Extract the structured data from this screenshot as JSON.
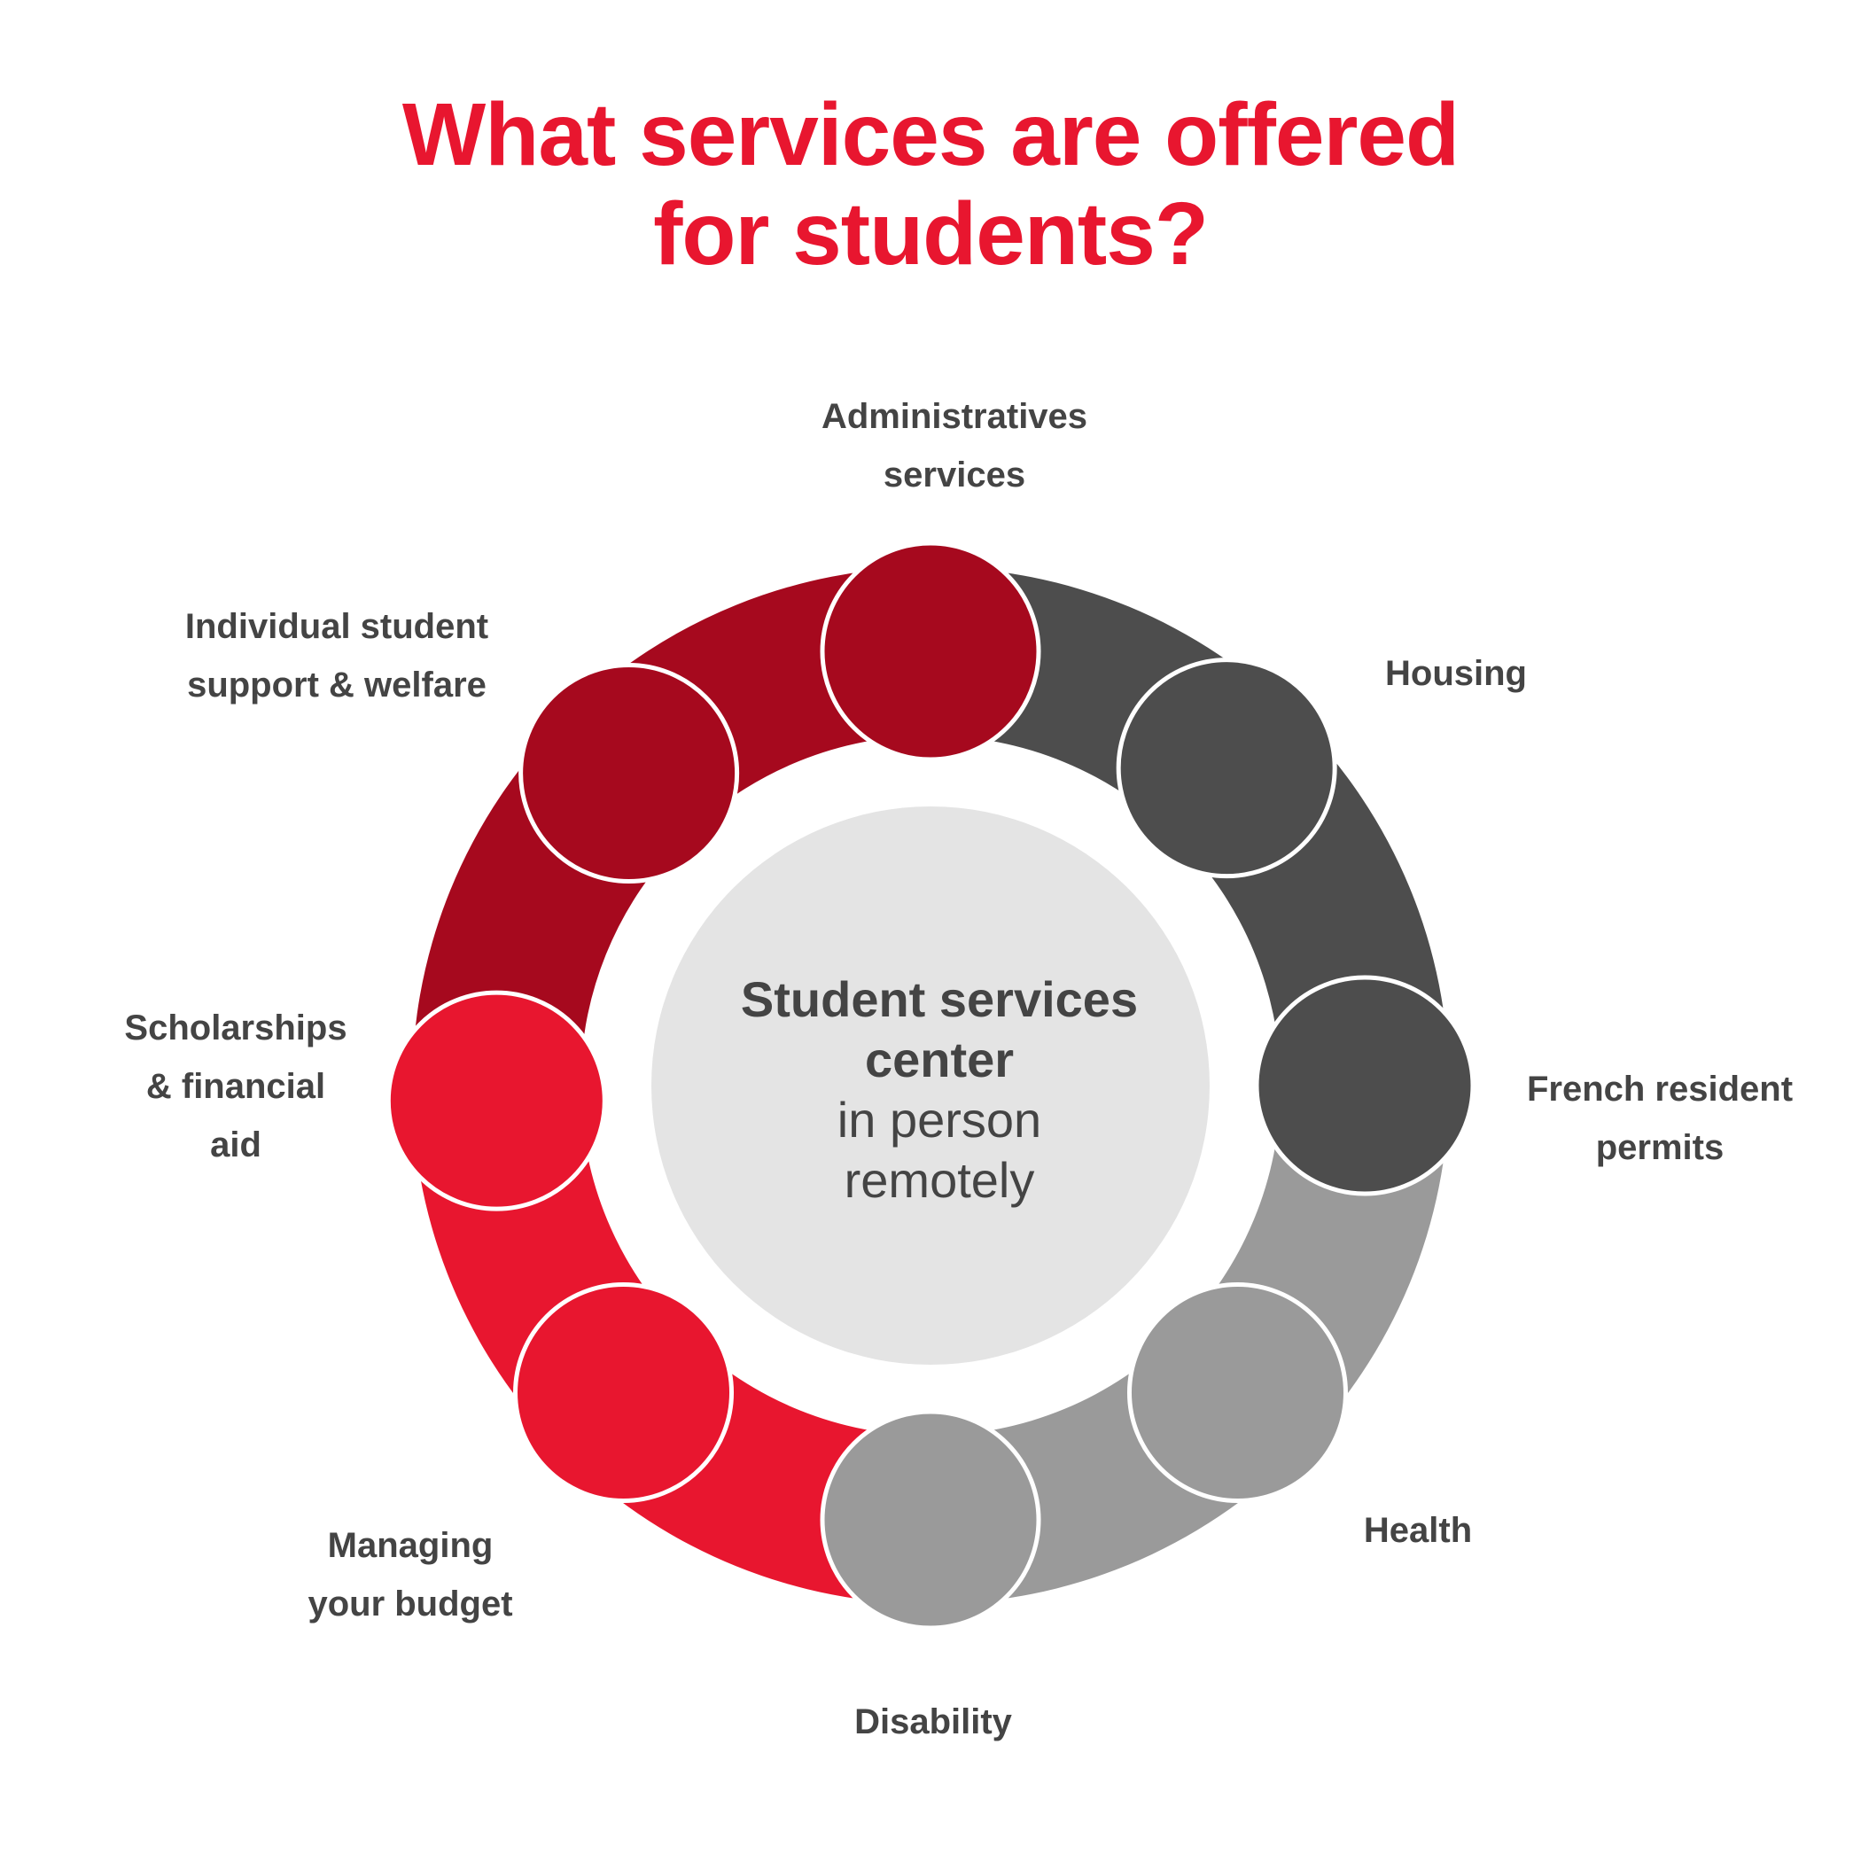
{
  "title": {
    "line1": "What services are offered",
    "line2": "for students?"
  },
  "center": {
    "title_line1": "Student services",
    "title_line2": "center",
    "mode1": "in person",
    "mode2": "remotely"
  },
  "colors": {
    "title_red": "#E8162F",
    "dark_red": "#A6091E",
    "bright_red": "#E8162F",
    "dark_gray": "#4D4D4D",
    "light_gray": "#9A9A9A",
    "center_fill": "#E4E4E4",
    "text": "#444444"
  },
  "services": [
    {
      "id": "administrative",
      "lines": [
        "Administratives",
        "services"
      ],
      "color": "#A6091E"
    },
    {
      "id": "housing",
      "lines": [
        "Housing"
      ],
      "color": "#4D4D4D"
    },
    {
      "id": "french-resident-permits",
      "lines": [
        "French resident",
        "permits"
      ],
      "color": "#4D4D4D"
    },
    {
      "id": "health",
      "lines": [
        "Health"
      ],
      "color": "#9A9A9A"
    },
    {
      "id": "disability",
      "lines": [
        "Disability"
      ],
      "color": "#9A9A9A"
    },
    {
      "id": "managing-budget",
      "lines": [
        "Managing",
        "your budget"
      ],
      "color": "#E8162F"
    },
    {
      "id": "scholarships",
      "lines": [
        "Scholarships",
        "& financial",
        "aid"
      ],
      "color": "#E8162F"
    },
    {
      "id": "individual-support",
      "lines": [
        "Individual student",
        "support & welfare"
      ],
      "color": "#A6091E"
    }
  ],
  "ring_segments": [
    {
      "from": "individual-support",
      "to": "administrative",
      "color": "#A6091E"
    },
    {
      "from": "administrative",
      "to": "french-resident-permits",
      "color": "#4D4D4D"
    },
    {
      "from": "french-resident-permits",
      "to": "disability",
      "color": "#9A9A9A"
    },
    {
      "from": "disability",
      "to": "scholarships",
      "color": "#E8162F"
    },
    {
      "from": "scholarships",
      "to": "individual-support",
      "color": "#A6091E"
    }
  ]
}
